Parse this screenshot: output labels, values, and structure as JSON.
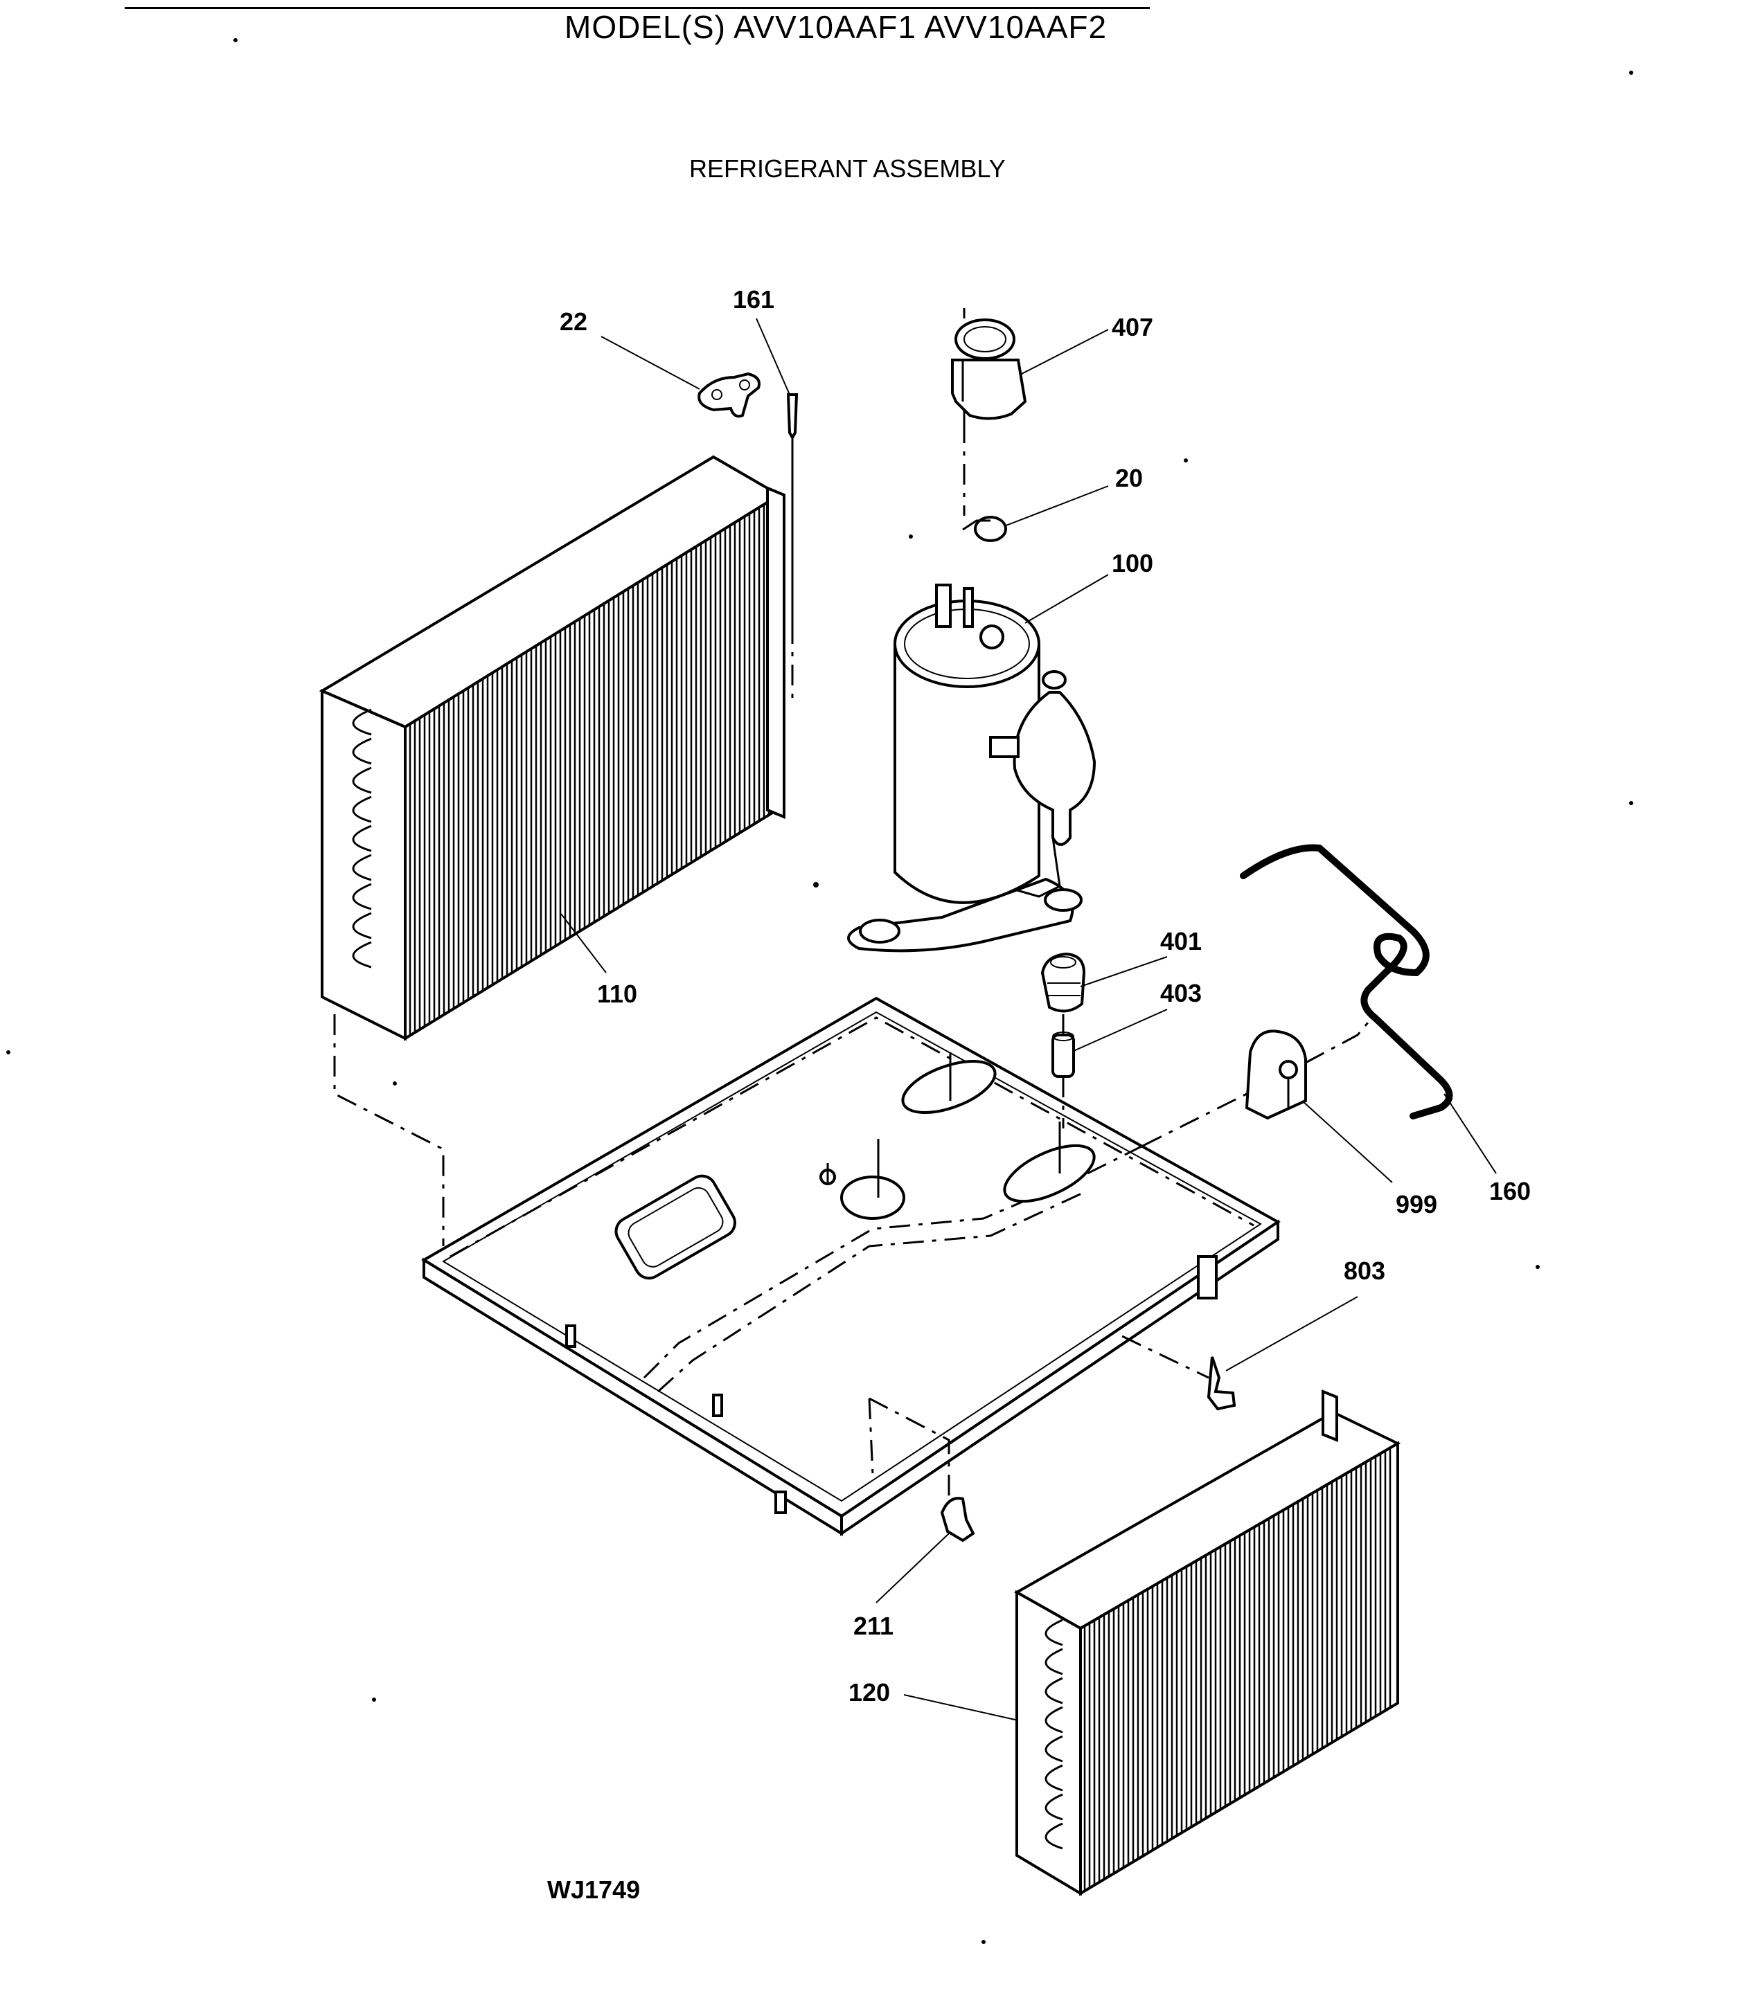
{
  "header": {
    "model_title": "MODEL(S) AVV10AAF1  AVV10AAF2",
    "assembly_title": "REFRIGERANT ASSEMBLY"
  },
  "footer": {
    "drawing_code": "WJ1749"
  },
  "callouts": [
    {
      "id": "c22",
      "label": "22"
    },
    {
      "id": "c161",
      "label": "161"
    },
    {
      "id": "c407",
      "label": "407"
    },
    {
      "id": "c20",
      "label": "20"
    },
    {
      "id": "c100",
      "label": "100"
    },
    {
      "id": "c110",
      "label": "110"
    },
    {
      "id": "c401",
      "label": "401"
    },
    {
      "id": "c403",
      "label": "403"
    },
    {
      "id": "c999",
      "label": "999"
    },
    {
      "id": "c160",
      "label": "160"
    },
    {
      "id": "c803",
      "label": "803"
    },
    {
      "id": "c211",
      "label": "211"
    },
    {
      "id": "c120",
      "label": "120"
    }
  ]
}
